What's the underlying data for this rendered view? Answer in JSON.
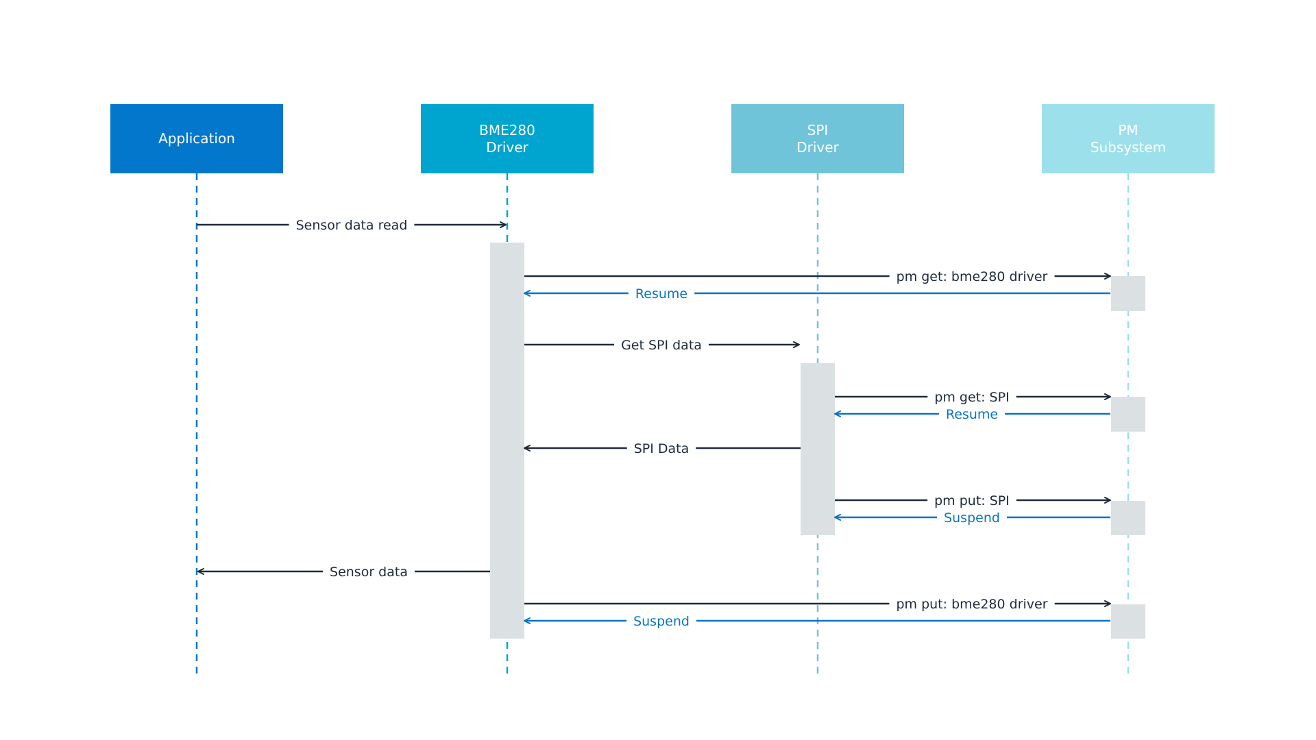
{
  "colors": {
    "application_box": "#0277cc",
    "bme280_box": "#00a5cf",
    "spi_box": "#70c4da",
    "pm_box": "#9ce0ec",
    "activation": "#dbe1e3",
    "request_arrow": "#1e2a3a",
    "response_arrow": "#0a74c4"
  },
  "participants": [
    {
      "id": "app",
      "lines": [
        "Application"
      ]
    },
    {
      "id": "bme",
      "lines": [
        "BME280",
        "Driver"
      ]
    },
    {
      "id": "spi",
      "lines": [
        "SPI",
        "Driver"
      ]
    },
    {
      "id": "pm",
      "lines": [
        "PM",
        "Subsystem"
      ]
    }
  ],
  "messages": [
    {
      "from": "app",
      "to": "bme",
      "label": "Sensor data read",
      "kind": "request"
    },
    {
      "from": "bme",
      "to": "pm",
      "label": "pm get: bme280 driver",
      "kind": "request"
    },
    {
      "from": "pm",
      "to": "bme",
      "label": "Resume",
      "kind": "response"
    },
    {
      "from": "bme",
      "to": "spi",
      "label": "Get SPI data",
      "kind": "request"
    },
    {
      "from": "spi",
      "to": "pm",
      "label": "pm get: SPI",
      "kind": "request"
    },
    {
      "from": "pm",
      "to": "spi",
      "label": "Resume",
      "kind": "response"
    },
    {
      "from": "spi",
      "to": "bme",
      "label": "SPI Data",
      "kind": "request"
    },
    {
      "from": "spi",
      "to": "pm",
      "label": "pm put: SPI",
      "kind": "request"
    },
    {
      "from": "pm",
      "to": "spi",
      "label": "Suspend",
      "kind": "response"
    },
    {
      "from": "bme",
      "to": "app",
      "label": "Sensor data",
      "kind": "request"
    },
    {
      "from": "bme",
      "to": "pm",
      "label": "pm put: bme280 driver",
      "kind": "request"
    },
    {
      "from": "pm",
      "to": "bme",
      "label": "Suspend",
      "kind": "response"
    }
  ]
}
